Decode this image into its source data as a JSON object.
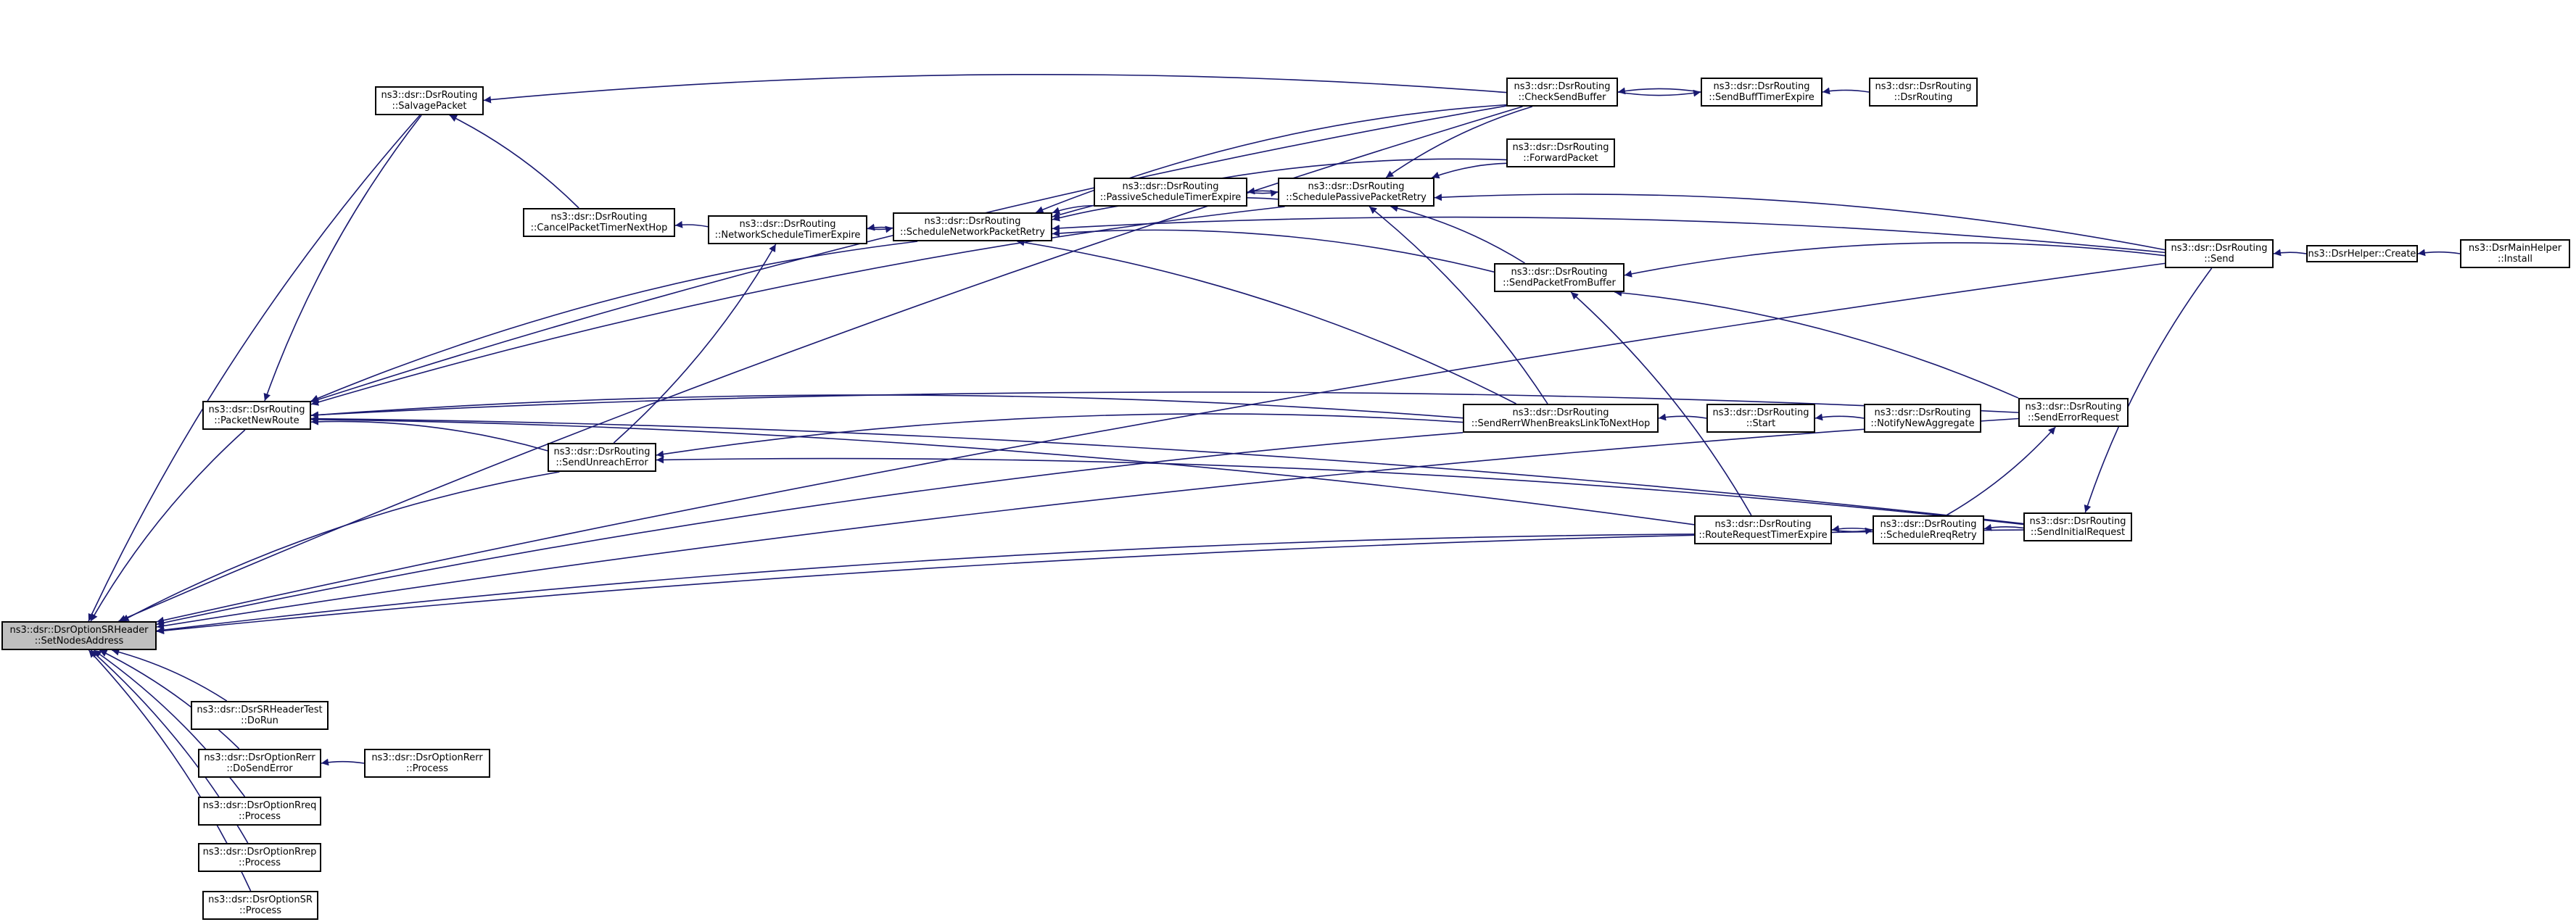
{
  "colors": {
    "edge": "#191970",
    "node_border": "#000000",
    "root_fill": "#bfbfbf",
    "node_fill": "#ffffff"
  },
  "nodes": [
    {
      "id": "root",
      "line1": "ns3::dsr::DsrOptionSRHeader",
      "line2": "::SetNodesAddress",
      "root": true
    },
    {
      "id": "salvage",
      "line1": "ns3::dsr::DsrRouting",
      "line2": "::SalvagePacket"
    },
    {
      "id": "pnr",
      "line1": "ns3::dsr::DsrRouting",
      "line2": "::PacketNewRoute"
    },
    {
      "id": "cancel",
      "line1": "ns3::dsr::DsrRouting",
      "line2": "::CancelPacketTimerNextHop"
    },
    {
      "id": "nste",
      "line1": "ns3::dsr::DsrRouting",
      "line2": "::NetworkScheduleTimerExpire"
    },
    {
      "id": "snpr",
      "line1": "ns3::dsr::DsrRouting",
      "line2": "::ScheduleNetworkPacketRetry"
    },
    {
      "id": "pste",
      "line1": "ns3::dsr::DsrRouting",
      "line2": "::PassiveScheduleTimerExpire"
    },
    {
      "id": "sppr",
      "line1": "ns3::dsr::DsrRouting",
      "line2": "::SchedulePassivePacketRetry"
    },
    {
      "id": "csb",
      "line1": "ns3::dsr::DsrRouting",
      "line2": "::CheckSendBuffer"
    },
    {
      "id": "sbte",
      "line1": "ns3::dsr::DsrRouting",
      "line2": "::SendBuffTimerExpire"
    },
    {
      "id": "ctor",
      "line1": "ns3::dsr::DsrRouting",
      "line2": "::DsrRouting"
    },
    {
      "id": "fwd",
      "line1": "ns3::dsr::DsrRouting",
      "line2": "::ForwardPacket"
    },
    {
      "id": "spfb",
      "line1": "ns3::dsr::DsrRouting",
      "line2": "::SendPacketFromBuffer"
    },
    {
      "id": "send",
      "line1": "ns3::dsr::DsrRouting",
      "line2": "::Send"
    },
    {
      "id": "helper",
      "line1": "ns3::DsrHelper::Create",
      "line2": ""
    },
    {
      "id": "mainhelper",
      "line1": "ns3::DsrMainHelper",
      "line2": "::Install"
    },
    {
      "id": "srwb",
      "line1": "ns3::dsr::DsrRouting",
      "line2": "::SendRerrWhenBreaksLinkToNextHop"
    },
    {
      "id": "start",
      "line1": "ns3::dsr::DsrRouting",
      "line2": "::Start"
    },
    {
      "id": "nna",
      "line1": "ns3::dsr::DsrRouting",
      "line2": "::NotifyNewAggregate"
    },
    {
      "id": "ser",
      "line1": "ns3::dsr::DsrRouting",
      "line2": "::SendErrorRequest"
    },
    {
      "id": "sue",
      "line1": "ns3::dsr::DsrRouting",
      "line2": "::SendUnreachError"
    },
    {
      "id": "rrte",
      "line1": "ns3::dsr::DsrRouting",
      "line2": "::RouteRequestTimerExpire"
    },
    {
      "id": "srr",
      "line1": "ns3::dsr::DsrRouting",
      "line2": "::ScheduleRreqRetry"
    },
    {
      "id": "sir",
      "line1": "ns3::dsr::DsrRouting",
      "line2": "::SendInitialRequest"
    },
    {
      "id": "srtest",
      "line1": "ns3::dsr::DsrSRHeaderTest",
      "line2": "::DoRun"
    },
    {
      "id": "rerrdse",
      "line1": "ns3::dsr::DsrOptionRerr",
      "line2": "::DoSendError"
    },
    {
      "id": "rerrproc",
      "line1": "ns3::dsr::DsrOptionRerr",
      "line2": "::Process"
    },
    {
      "id": "rreqproc",
      "line1": "ns3::dsr::DsrOptionRreq",
      "line2": "::Process"
    },
    {
      "id": "rrepproc",
      "line1": "ns3::dsr::DsrOptionRrep",
      "line2": "::Process"
    },
    {
      "id": "srproc",
      "line1": "ns3::dsr::DsrOptionSR",
      "line2": "::Process"
    }
  ],
  "edges": [
    [
      "salvage",
      "root"
    ],
    [
      "pnr",
      "root"
    ],
    [
      "sue",
      "root"
    ],
    [
      "srwb",
      "root"
    ],
    [
      "ser",
      "root"
    ],
    [
      "rrte",
      "root"
    ],
    [
      "sir",
      "root"
    ],
    [
      "csb",
      "root"
    ],
    [
      "send",
      "root"
    ],
    [
      "srtest",
      "root"
    ],
    [
      "rerrdse",
      "root"
    ],
    [
      "rreqproc",
      "root"
    ],
    [
      "rrepproc",
      "root"
    ],
    [
      "srproc",
      "root"
    ],
    [
      "rerrproc",
      "rerrdse"
    ],
    [
      "cancel",
      "salvage"
    ],
    [
      "csb",
      "salvage"
    ],
    [
      "salvage",
      "pnr"
    ],
    [
      "snpr",
      "pnr"
    ],
    [
      "sppr",
      "pnr"
    ],
    [
      "ser",
      "pnr"
    ],
    [
      "srwb",
      "pnr"
    ],
    [
      "sue",
      "pnr"
    ],
    [
      "rrte",
      "pnr"
    ],
    [
      "sir",
      "pnr"
    ],
    [
      "csb",
      "pnr"
    ],
    [
      "nste",
      "cancel"
    ],
    [
      "snpr",
      "nste"
    ],
    [
      "sue",
      "nste"
    ],
    [
      "nste",
      "snpr"
    ],
    [
      "pste",
      "snpr"
    ],
    [
      "sppr",
      "snpr"
    ],
    [
      "csb",
      "snpr"
    ],
    [
      "fwd",
      "snpr"
    ],
    [
      "spfb",
      "snpr"
    ],
    [
      "srwb",
      "snpr"
    ],
    [
      "send",
      "snpr"
    ],
    [
      "sppr",
      "pste"
    ],
    [
      "pste",
      "sppr"
    ],
    [
      "csb",
      "sppr"
    ],
    [
      "fwd",
      "sppr"
    ],
    [
      "spfb",
      "sppr"
    ],
    [
      "srwb",
      "sppr"
    ],
    [
      "send",
      "sppr"
    ],
    [
      "sbte",
      "csb"
    ],
    [
      "csb",
      "sbte"
    ],
    [
      "ctor",
      "sbte"
    ],
    [
      "send",
      "spfb"
    ],
    [
      "ser",
      "spfb"
    ],
    [
      "rrte",
      "spfb"
    ],
    [
      "helper",
      "send"
    ],
    [
      "mainhelper",
      "helper"
    ],
    [
      "srwb",
      "sue"
    ],
    [
      "start",
      "srwb"
    ],
    [
      "nna",
      "start"
    ],
    [
      "srr",
      "ser"
    ],
    [
      "sir",
      "sue"
    ],
    [
      "srr",
      "rrte"
    ],
    [
      "rrte",
      "srr"
    ],
    [
      "sir",
      "srr"
    ],
    [
      "send",
      "sir"
    ]
  ]
}
